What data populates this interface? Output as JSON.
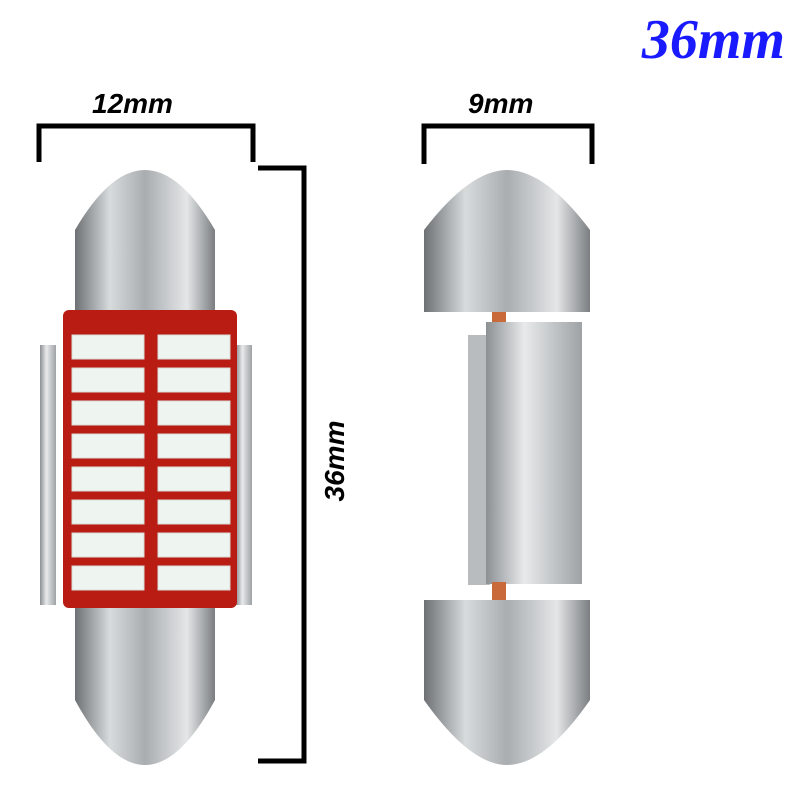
{
  "title": "36mm",
  "dimensions": {
    "width_led_side": "12mm",
    "width_side_view": "9mm",
    "length": "36mm"
  },
  "colors": {
    "title": "#1a1aff",
    "pcb": "#b81c12",
    "led": "#eef4f0",
    "metal": "#b8bcbf"
  },
  "led_rows": 8,
  "led_columns": 2
}
